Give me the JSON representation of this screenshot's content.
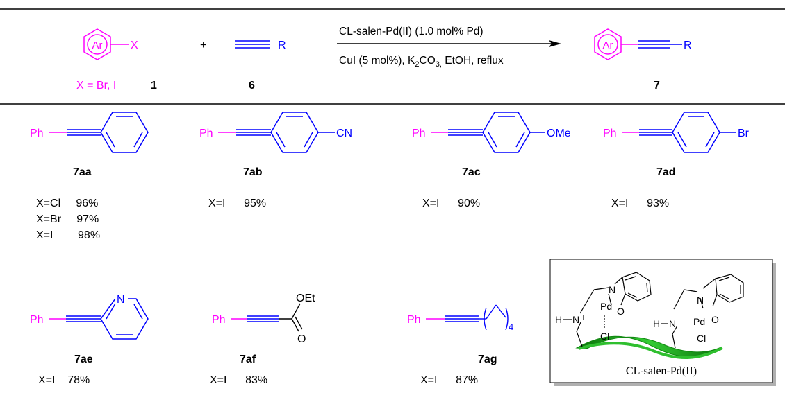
{
  "colors": {
    "aryl": "#ff00ff",
    "alkyne": "#0000ff",
    "text": "#000000",
    "support": "#22aa22"
  },
  "header": {
    "reactant1": {
      "ring_label": "Ar",
      "substituent": "X",
      "caption": "X = Br, I",
      "number": "1"
    },
    "plus": "+",
    "reactant2": {
      "substituent": "R",
      "number": "6"
    },
    "conditions": {
      "line1": "CL-salen-Pd(II)  (1.0 mol% Pd)",
      "line2_a": "CuI (5 mol%), K",
      "line2_sub1": "2",
      "line2_b": "CO",
      "line2_sub2": "3,",
      "line2_c": " EtOH, reflux"
    },
    "product": {
      "ring_label": "Ar",
      "substituent": "R",
      "number": "7"
    }
  },
  "products": [
    {
      "id": "7aa",
      "ph": "Ph",
      "group": "",
      "results": [
        "X=Cl     96%",
        "X=Br     97%",
        "X=I        98%"
      ]
    },
    {
      "id": "7ab",
      "ph": "Ph",
      "group": "CN",
      "results": [
        "X=I      95%"
      ]
    },
    {
      "id": "7ac",
      "ph": "Ph",
      "group": "OMe",
      "results": [
        "X=I      90%"
      ]
    },
    {
      "id": "7ad",
      "ph": "Ph",
      "group": "Br",
      "results": [
        "X=I      93%"
      ]
    },
    {
      "id": "7ae",
      "ph": "Ph",
      "group": "N",
      "results": [
        "X=I    78%"
      ]
    },
    {
      "id": "7af",
      "ph": "Ph",
      "group": "OEt",
      "group2": "O",
      "results": [
        "X=I      83%"
      ]
    },
    {
      "id": "7ag",
      "ph": "Ph",
      "group": "4",
      "results": [
        "X=I      87%"
      ]
    }
  ],
  "catalyst": {
    "atoms": {
      "n": "N",
      "pd": "Pd",
      "o": "O",
      "hn": "H",
      "cl": "Cl"
    },
    "label": "CL-salen-Pd(II)"
  }
}
